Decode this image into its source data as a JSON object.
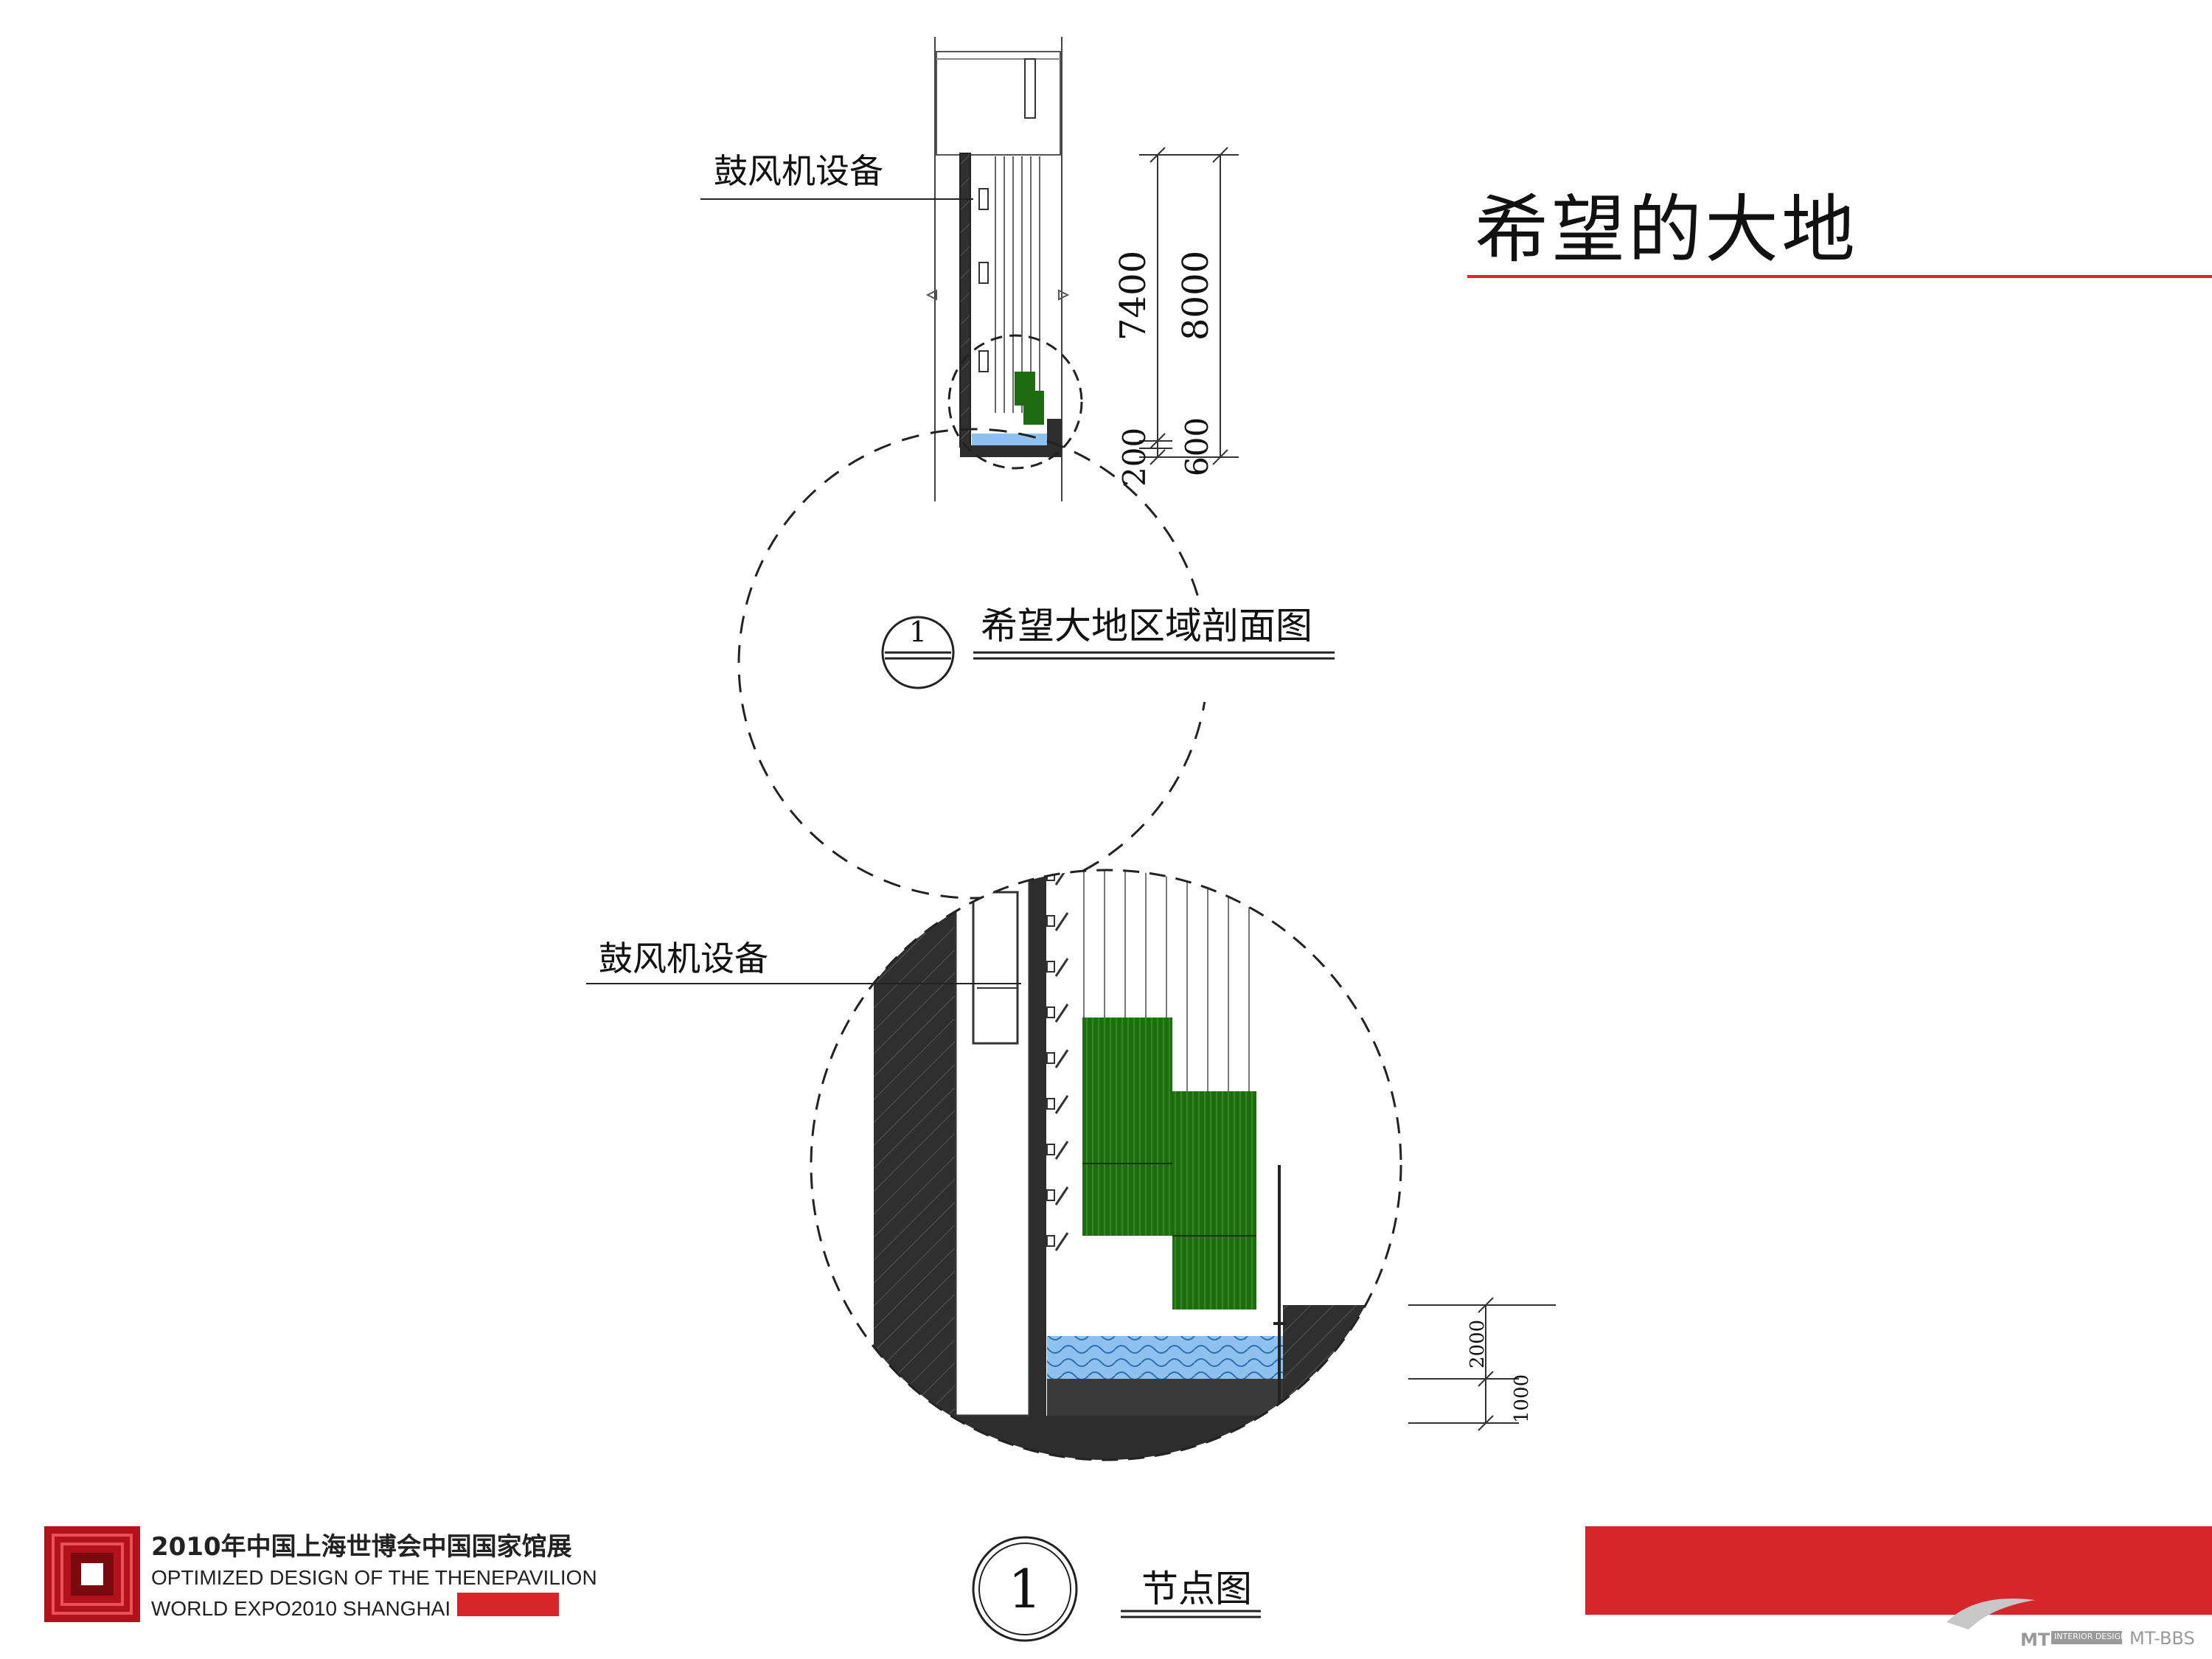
{
  "title": "希望的大地",
  "labels": {
    "blower_top": "鼓风机设备",
    "section_title": "希望大地区域剖面图",
    "blower_detail": "鼓风机设备",
    "detail_title": "节点图"
  },
  "markers": {
    "section_number": "1",
    "detail_number": "1"
  },
  "dimensions": {
    "d7400": "7400",
    "d8000": "8000",
    "d200": "200",
    "d600": "600",
    "d2000": "2000",
    "d1000": "1000"
  },
  "footer": {
    "line_cn": "2010年中国上海世博会中国国家馆展",
    "line_en1": "OPTIMIZED DESIGN OF THE THENEPAVILION",
    "line_en2": "WORLD EXPO2010 SHANGHAI"
  },
  "watermark": {
    "brand": "MT",
    "tag": "INTERIOR DESIGN",
    "site": "MT-BBS"
  },
  "colors": {
    "accent_red": "#d7262a",
    "plant_green": "#1f6b12",
    "water_blue": "#8fc1ee",
    "concrete": "#2d2d2d"
  }
}
